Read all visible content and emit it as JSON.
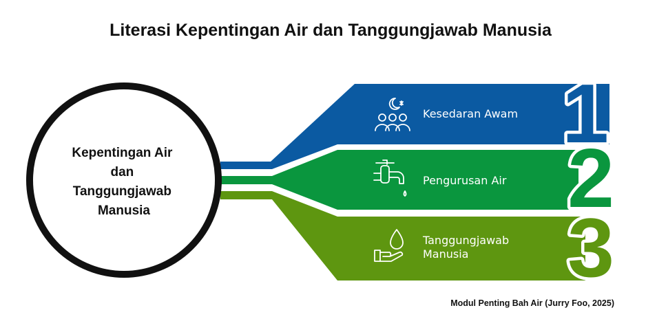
{
  "title": "Literasi Kepentingan Air dan Tanggungjawab Manusia",
  "center": {
    "lines": [
      "Kepentingan Air",
      "dan",
      "Tanggungjawab",
      "Manusia"
    ]
  },
  "items": [
    {
      "number": "1",
      "lines": [
        "Kesedaran Awam"
      ],
      "icon": "community-moon-icon",
      "color": "#0b5aa2"
    },
    {
      "number": "2",
      "lines": [
        "Pengurusan Air"
      ],
      "icon": "water-tap-icon",
      "color": "#0a963e"
    },
    {
      "number": "3",
      "lines": [
        "Tanggungjawab",
        "Manusia"
      ],
      "icon": "hand-water-drop-icon",
      "color": "#5e9610"
    }
  ],
  "footer": "Modul Penting Bah Air (Jurry Foo,  2025)"
}
